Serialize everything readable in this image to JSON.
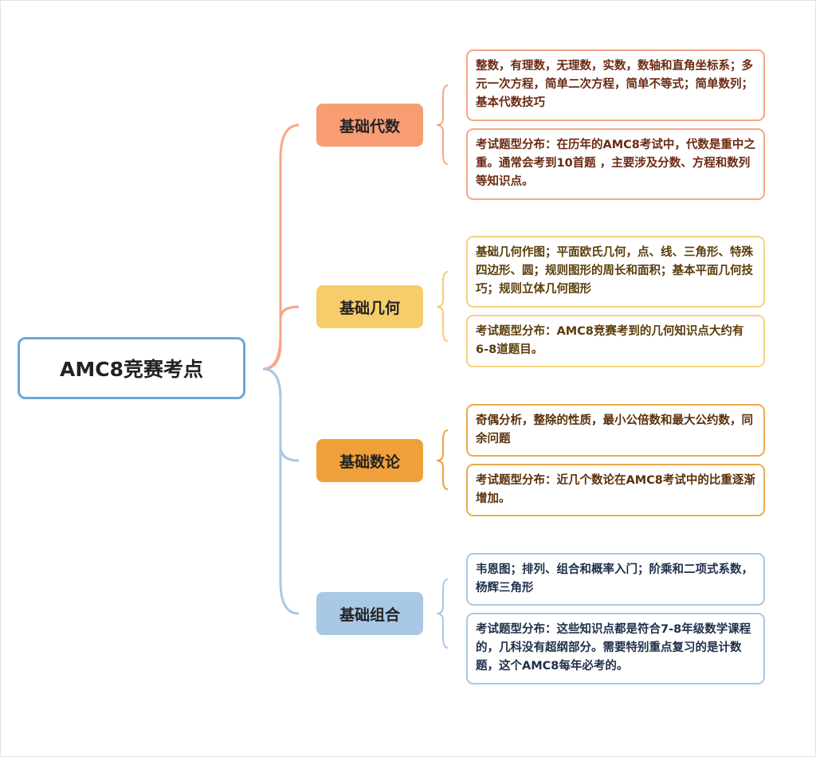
{
  "root": {
    "label": "AMC8竞赛考点"
  },
  "colors": {
    "root_border": "#6aa9d8",
    "algebra": "#f89c74",
    "geometry": "#f6cd6b",
    "number_theory": "#f0a03a",
    "combinatorics": "#a9c8e6"
  },
  "branches": [
    {
      "label": "基础代数",
      "leaves": [
        "整数，有理数，无理数，实数，数轴和直角坐标系；多元一次方程，简单二次方程，简单不等式；简单数列；基本代数技巧",
        "考试题型分布：在历年的AMC8考试中，代数是重中之重。通常会考到10首题 ，主要涉及分数、方程和数列等知识点。"
      ]
    },
    {
      "label": "基础几何",
      "leaves": [
        "基础几何作图；平面欧氏几何，点、线、三角形、特殊四边形、圆；规则图形的周长和面积；基本平面几何技巧；规则立体几何图形",
        "考试题型分布：AMC8竞赛考到的几何知识点大约有6-8道题目。"
      ]
    },
    {
      "label": "基础数论",
      "leaves": [
        "奇偶分析，整除的性质，最小公倍数和最大公约数，同余问题",
        "考试题型分布：近几个数论在AMC8考试中的比重逐渐增加。"
      ]
    },
    {
      "label": "基础组合",
      "leaves": [
        "韦恩图；排列、组合和概率入门；阶乘和二项式系数，杨辉三角形",
        "考试题型分布：这些知识点都是符合7-8年级数学课程的，几科没有超纲部分。需要特别重点复习的是计数题，这个AMC8每年必考的。"
      ]
    }
  ]
}
